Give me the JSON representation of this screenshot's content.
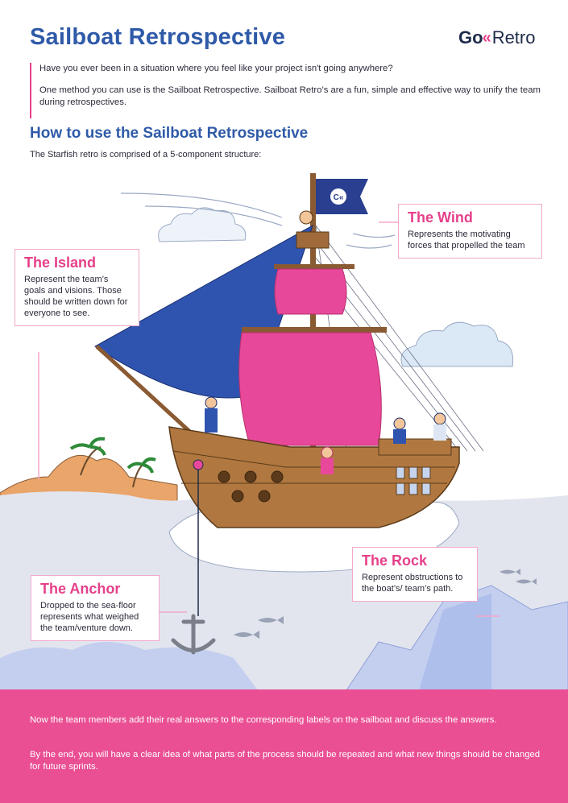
{
  "header": {
    "title": "Sailboat Retrospective",
    "logo_go": "Go",
    "logo_retro": "Retro"
  },
  "intro": {
    "p1": "Have you ever been in a situation where you feel like your project isn't going anywhere?",
    "p2": "One method you can use is the Sailboat Retrospective. Sailboat Retro’s are a fun, simple and effective way to unify the team during retrospectives."
  },
  "how_to": {
    "heading": "How to use the Sailboat Retrospective",
    "subtitle": "The Starfish retro is comprised of a 5-component structure:"
  },
  "callouts": {
    "wind": {
      "title": "The Wind",
      "text": "Represents the motivating forces that propelled the team"
    },
    "island": {
      "title": "The Island",
      "text": "Represent the team’s goals and visions. Those should be written down for everyone to see."
    },
    "rock": {
      "title": "The Rock",
      "text": "Represent obstructions to the boat’s/ team’s path."
    },
    "anchor": {
      "title": "The Anchor",
      "text": "Dropped to the sea-floor represents what weighed the team/venture down."
    }
  },
  "footer": {
    "p1": "Now the team members add their real answers to the corresponding labels on the sailboat and discuss the answers.",
    "p2": "By the end, you will have a clear idea of what parts of the process should be repeated and what new things should be changed for future sprints."
  },
  "colors": {
    "accent_blue": "#2f5aa8",
    "accent_pink": "#e6408a",
    "footer_bg": "#ea4f94"
  }
}
